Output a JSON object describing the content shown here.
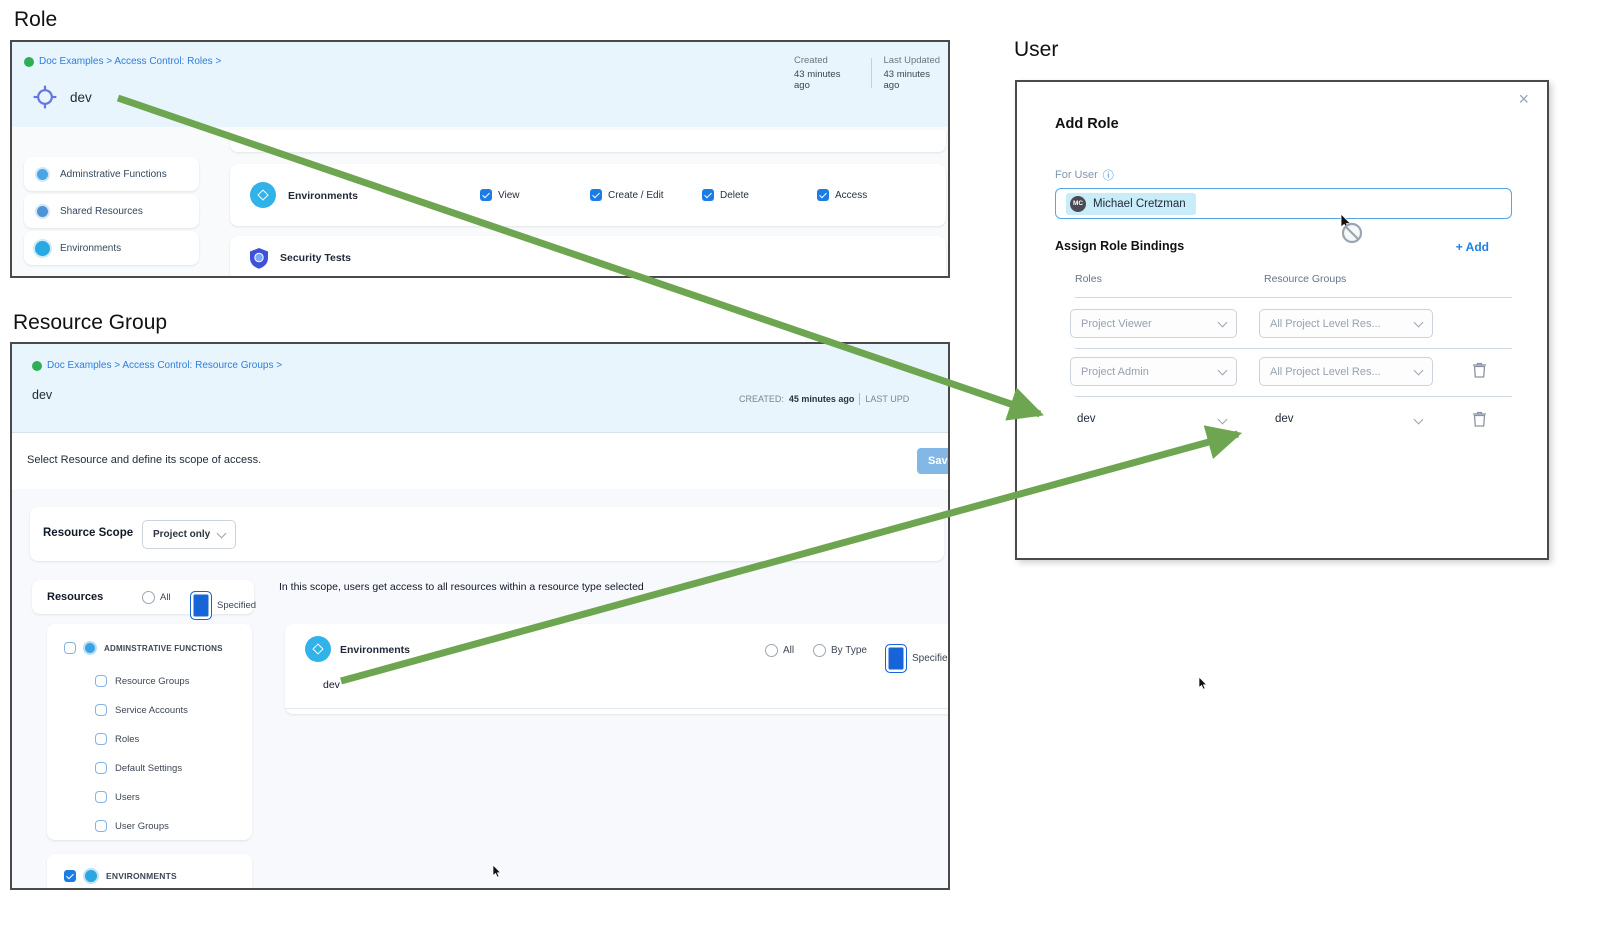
{
  "colors": {
    "arrow_green": "#6ea550",
    "accent_blue": "#1a80e5",
    "header_blue": "#e8f5fc",
    "checkbox_blue": "#1b7ce5",
    "panel_border": "#4a4a4a"
  },
  "role_section": {
    "heading": "Role",
    "breadcrumb": "Doc Examples > Access Control: Roles >",
    "title": "dev",
    "created_label": "Created",
    "created_value": "43 minutes ago",
    "updated_label": "Last Updated",
    "updated_value": "43 minutes ago",
    "sidebar": {
      "items": [
        {
          "label": "Adminstrative Functions"
        },
        {
          "label": "Shared Resources"
        },
        {
          "label": "Environments"
        }
      ]
    },
    "permissions": {
      "resource": "Environments",
      "options": [
        "View",
        "Create / Edit",
        "Delete",
        "Access"
      ]
    },
    "security_row": "Security Tests"
  },
  "resource_group_section": {
    "heading": "Resource Group",
    "breadcrumb": "Doc Examples > Access Control: Resource Groups >",
    "title": "dev",
    "created_label": "CREATED:",
    "created_value": "45 minutes ago",
    "updated_label": "LAST UPD",
    "instruction": "Select Resource and define its scope of access.",
    "save_label": "Save",
    "resource_scope": {
      "label": "Resource Scope",
      "value": "Project only"
    },
    "resources": {
      "label": "Resources",
      "radio_all": "All",
      "radio_specified": "Specified"
    },
    "tree": {
      "parent": "ADMINSTRATIVE FUNCTIONS",
      "children": [
        "Resource Groups",
        "Service Accounts",
        "Roles",
        "Default Settings",
        "Users",
        "User Groups"
      ],
      "environments": "ENVIRONMENTS"
    },
    "scope_note": "In this scope, users get access to all resources within a resource type selected",
    "environments_card": {
      "title": "Environments",
      "radio_all": "All",
      "radio_by_type": "By Type",
      "radio_specified": "Specified",
      "item": "dev"
    }
  },
  "user_section": {
    "heading": "User",
    "dialog_title": "Add Role",
    "for_user_label": "For User",
    "chip": {
      "initials": "MC",
      "name": "Michael Cretzman"
    },
    "bindings_label": "Assign Role Bindings",
    "add_label": "+ Add",
    "col_roles": "Roles",
    "col_groups": "Resource Groups",
    "rows": [
      {
        "role": "Project Viewer",
        "group": "All Project Level Res..."
      },
      {
        "role": "Project Admin",
        "group": "All Project Level Res..."
      },
      {
        "role": "dev",
        "group": "dev"
      }
    ]
  }
}
